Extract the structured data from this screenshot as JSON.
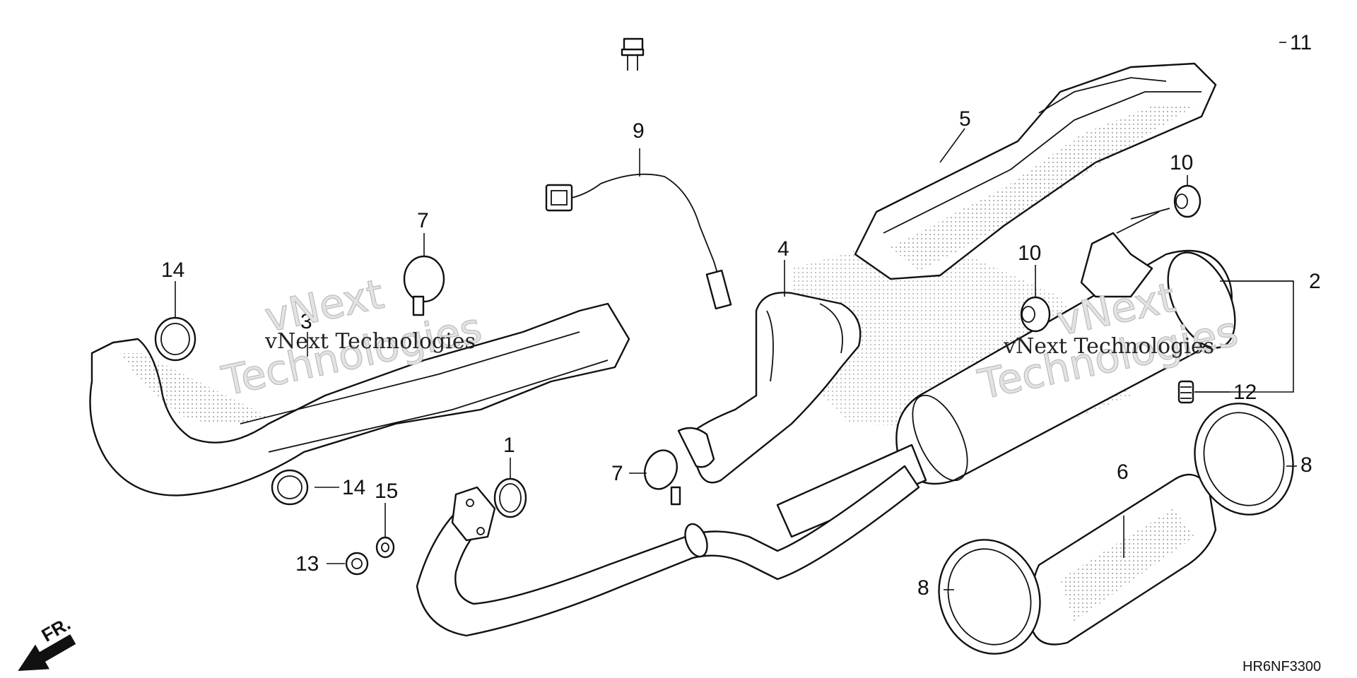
{
  "diagram": {
    "part_labels": [
      "1",
      "2",
      "3",
      "4",
      "5",
      "6",
      "7",
      "7",
      "8",
      "8",
      "9",
      "10",
      "10",
      "11",
      "12",
      "13",
      "14",
      "14",
      "15"
    ],
    "watermark_text": [
      "vNext",
      "Technologies"
    ],
    "diagram_code": "HR6NF3300",
    "direction_label": "FR."
  }
}
